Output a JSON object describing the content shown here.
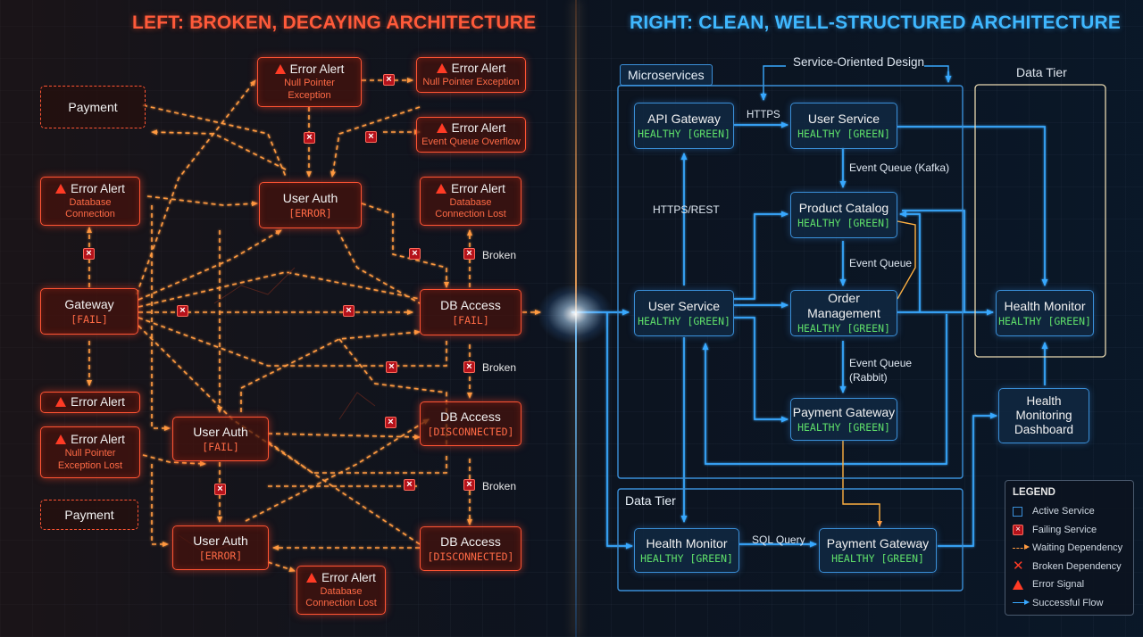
{
  "headings": {
    "left": "LEFT: BROKEN, DECAYING ARCHITECTURE",
    "right": "RIGHT: CLEAN, WELL-STRUCTURED ARCHITECTURE"
  },
  "left": {
    "payment_top": "Payment",
    "payment_bottom": "Payment",
    "alert_db": {
      "title": "Error Alert",
      "detail": "Database\nConnection"
    },
    "alert_small": {
      "title": "Error Alert"
    },
    "alert_null_lost": {
      "title": "Error Alert",
      "detail": "Null Pointer\nException Lost"
    },
    "alert_npe_1": {
      "title": "Error Alert",
      "detail": "Null Pointer\nException"
    },
    "alert_npe_2": {
      "title": "Error Alert",
      "detail": "Null Pointer Exception"
    },
    "alert_queue": {
      "title": "Error Alert",
      "detail": "Event Queue Overflow"
    },
    "alert_db_lost": {
      "title": "Error Alert",
      "detail": "Database\nConnection Lost"
    },
    "alert_db_lost_bottom": {
      "title": "Error Alert",
      "detail": "Database\nConnection Lost"
    },
    "gateway": {
      "title": "Gateway",
      "status": "[FAIL]"
    },
    "auth_top": {
      "title": "User Auth",
      "status": "[ERROR]"
    },
    "auth_mid": {
      "title": "User Auth",
      "status": "[FAIL]"
    },
    "auth_bottom": {
      "title": "User Auth",
      "status": "[ERROR]"
    },
    "db_1": {
      "title": "DB Access",
      "status": "[FAIL]"
    },
    "db_2": {
      "title": "DB Access",
      "status": "[DISCONNECTED]"
    },
    "db_3": {
      "title": "DB Access",
      "status": "[DISCONNECTED]"
    },
    "broken_labels": [
      "Broken",
      "Broken",
      "Broken"
    ]
  },
  "right": {
    "group_microservices": "Microservices",
    "group_data_tier": "Data Tier",
    "tier_title": "Data Tier",
    "soa_label": "Service-Oriented Design",
    "api_gateway": {
      "title": "API Gateway",
      "status": "HEALTHY [GREEN]"
    },
    "user_service_top": {
      "title": "User Service",
      "status": "HEALTHY [GREEN]"
    },
    "product_catalog": {
      "title": "Product Catalog",
      "status": "HEALTHY [GREEN]"
    },
    "user_service_left": {
      "title": "User Service",
      "status": "HEALTHY [GREEN]"
    },
    "order_management": {
      "title": "Order Management",
      "status": "HEALTHY [GREEN]"
    },
    "payment_gateway_mid": {
      "title": "Payment Gateway",
      "status": "HEALTHY [GREEN]"
    },
    "health_monitor_right": {
      "title": "Health Monitor",
      "status": "HEALTHY [GREEN]"
    },
    "health_dashboard": {
      "title": "Health\nMonitoring\nDashboard"
    },
    "health_monitor_bottom": {
      "title": "Health Monitor",
      "status": "HEALTHY [GREEN]"
    },
    "payment_gateway_bottom": {
      "title": "Payment Gateway",
      "status": "HEALTHY [GREEN]"
    },
    "edge_labels": {
      "https": "HTTPS",
      "https_rest": "HTTPS/REST",
      "kafka": "Event Queue (Kafka)",
      "event_queue": "Event Queue",
      "rabbit": "Event Queue\n(Rabbit)",
      "sql": "SQL Query"
    }
  },
  "legend": {
    "title": "LEGEND",
    "items": [
      {
        "label": "Active Service",
        "icon": "square-icon"
      },
      {
        "label": "Failing Service",
        "icon": "x-badge-icon"
      },
      {
        "label": "Waiting Dependency",
        "icon": "dashed-arrow-icon"
      },
      {
        "label": "Broken Dependency",
        "icon": "x-icon"
      },
      {
        "label": "Error Signal",
        "icon": "warning-icon"
      },
      {
        "label": "Successful Flow",
        "icon": "arrow-icon"
      }
    ]
  },
  "colors": {
    "error": "#ff5433",
    "dependency": "#ff9a40",
    "healthy": "#5fe06a",
    "flow": "#39a9ff"
  }
}
